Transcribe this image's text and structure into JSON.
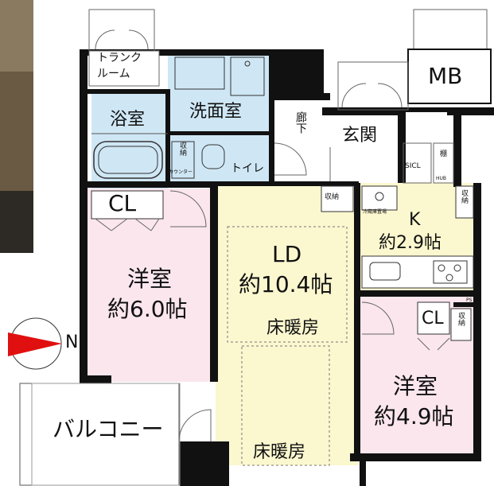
{
  "rooms": {
    "trunk_room": [
      "トランク",
      "ルーム"
    ],
    "bathroom": "浴室",
    "washroom": "洗面室",
    "corridor": "廊下",
    "entrance": "玄関",
    "mb": "MB",
    "sicl": "SICL",
    "shelf": "棚",
    "hub": "HUB",
    "toilet": "トイレ",
    "storage": "収納",
    "counter": "カウンター",
    "cl": "CL",
    "western_room_1": {
      "name": "洋室",
      "size": "約6.0帖"
    },
    "ld": {
      "name": "LD",
      "size": "約10.4帖",
      "heating": "床暖房"
    },
    "kitchen": {
      "name": "K",
      "size": "約2.9帖",
      "fridge": "冷蔵庫置場"
    },
    "western_room_2": {
      "name": "洋室",
      "size": "約4.9帖"
    },
    "floor_heating_2": "床暖房",
    "balcony": "バルコニー",
    "ps": "PS"
  },
  "compass": {
    "label": "N",
    "color": "#e01010"
  },
  "colors": {
    "wet_area": "#cfe7f5",
    "bedroom": "#fbe6ee",
    "living": "#fbf7cf",
    "wall": "#111111"
  }
}
